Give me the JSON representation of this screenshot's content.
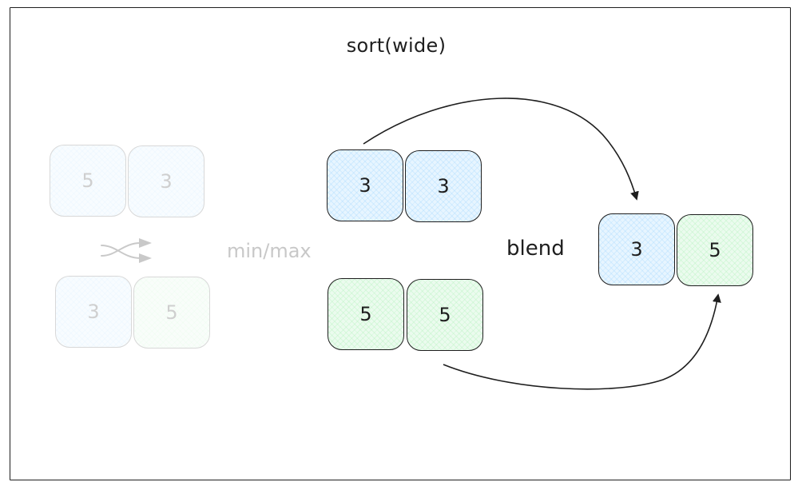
{
  "title": "sort(wide)",
  "inputs": {
    "top": [
      "5",
      "3"
    ],
    "bottom": [
      "3",
      "5"
    ]
  },
  "shuffle_icon": "shuffle-icon",
  "minmax_label": "min/max",
  "min_row": [
    "3",
    "3"
  ],
  "max_row": [
    "5",
    "5"
  ],
  "blend_label": "blend",
  "result": [
    "3",
    "5"
  ],
  "colors": {
    "stroke": "#1e1e1e",
    "blue_fill": "#e7f5ff",
    "green_fill": "#ebfbee",
    "faded_text": "#c8c8c8"
  }
}
